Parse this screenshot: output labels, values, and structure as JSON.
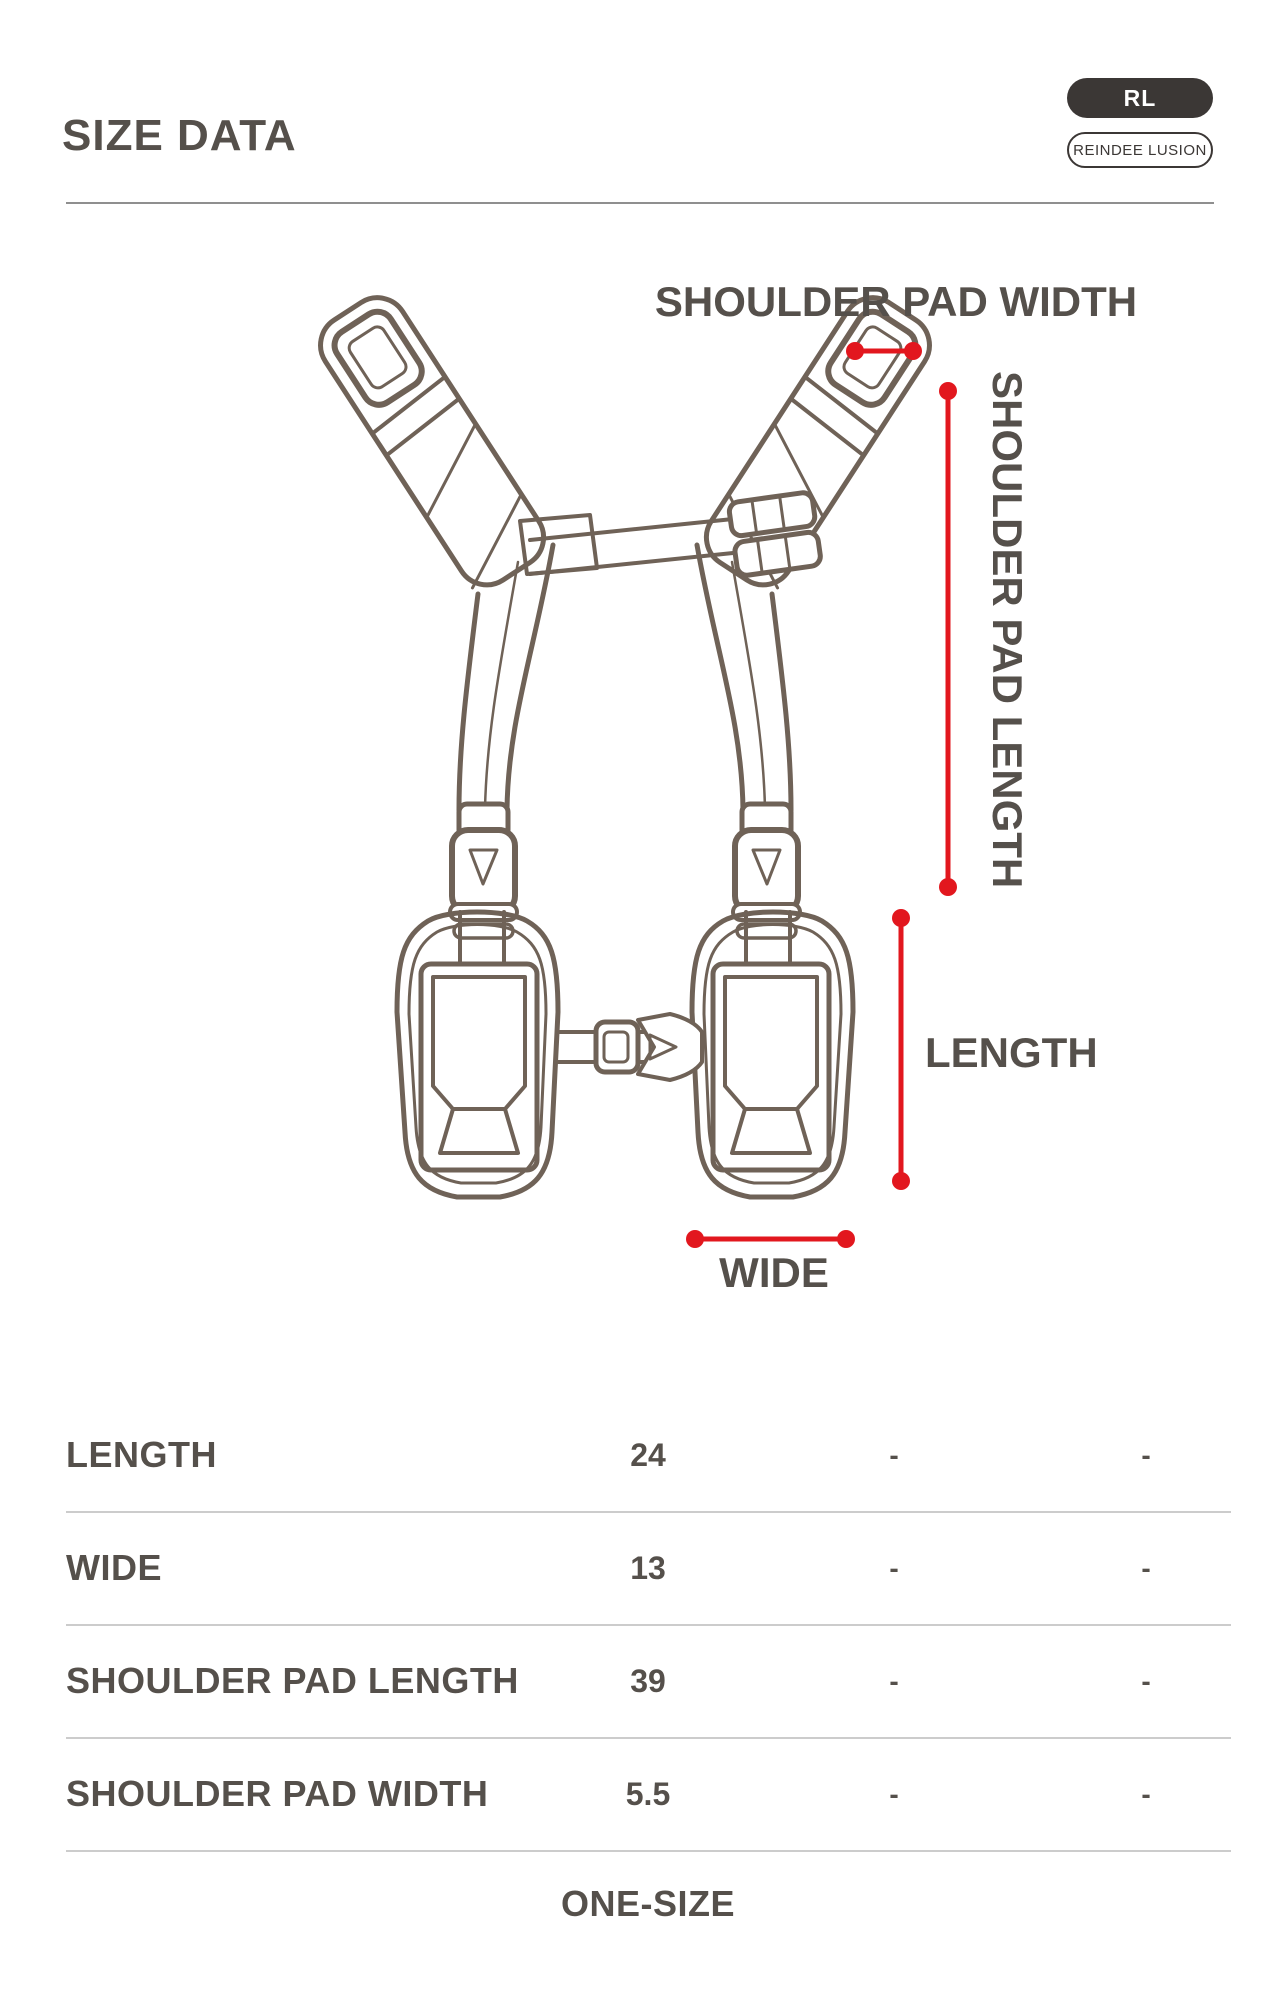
{
  "header": {
    "title": "SIZE DATA",
    "brand_badge": "RL",
    "brand_name": "REINDEE LUSION"
  },
  "diagram": {
    "subject": "dual-pouch chest rig / shoulder harness line drawing",
    "labels": {
      "shoulder_pad_width": "SHOULDER PAD WIDTH",
      "shoulder_pad_length": "SHOULDER PAD LENGTH",
      "length": "LENGTH",
      "wide": "WIDE"
    }
  },
  "size_table": {
    "rows": [
      {
        "label": "LENGTH",
        "value": "24",
        "col3": "-",
        "col4": "-"
      },
      {
        "label": "WIDE",
        "value": "13",
        "col3": "-",
        "col4": "-"
      },
      {
        "label": "SHOULDER PAD LENGTH",
        "value": "39",
        "col3": "-",
        "col4": "-"
      },
      {
        "label": "SHOULDER PAD WIDTH",
        "value": "5.5",
        "col3": "-",
        "col4": "-"
      }
    ],
    "footer": "ONE-SIZE"
  },
  "colors": {
    "accent_red": "#e2171e",
    "drawing_line": "#6f6257",
    "text_primary": "#55504b",
    "divider": "#8f8f8f",
    "row_divider": "#cccccc",
    "badge_bg": "#3b3735"
  }
}
